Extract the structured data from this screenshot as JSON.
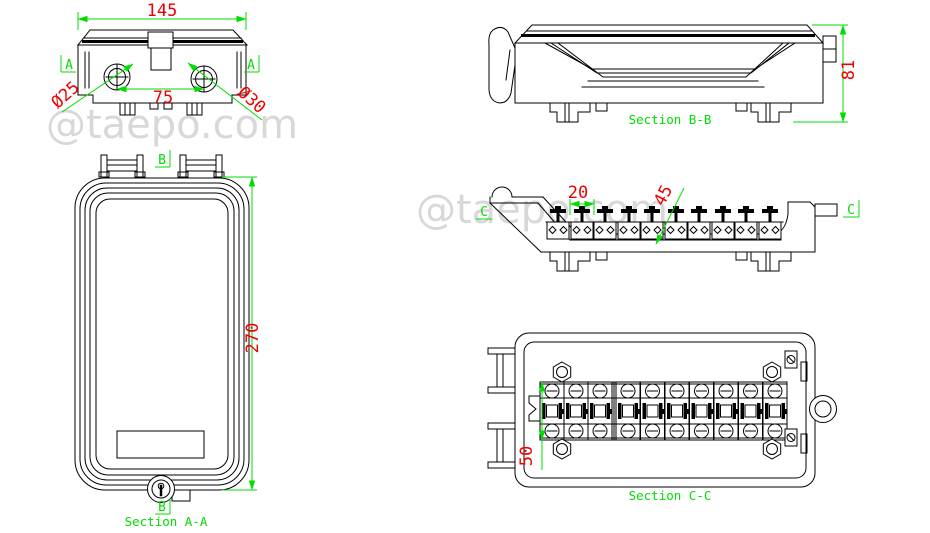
{
  "watermark": "@taepo.com",
  "colors": {
    "line": "#000000",
    "annotation_green": "#00dd00",
    "dimension_red": "#ee0000",
    "watermark_gray": "#d8d8d8",
    "background": "#ffffff"
  },
  "views": {
    "top": {
      "width": "145",
      "hole_spacing": "75",
      "hole_left": "Ø25",
      "hole_right": "Ø30",
      "marker": "A"
    },
    "front": {
      "label": "Section A-A",
      "height": "270",
      "marker": "B"
    },
    "section_bb": {
      "label": "Section B-B",
      "height": "81"
    },
    "terminal_side": {
      "dim_pitch": "20",
      "dim_diag": "45",
      "marker": "C",
      "terminal_count": 10
    },
    "section_cc": {
      "label": "Section C-C",
      "block_height": "50",
      "terminal_count": 10
    }
  }
}
